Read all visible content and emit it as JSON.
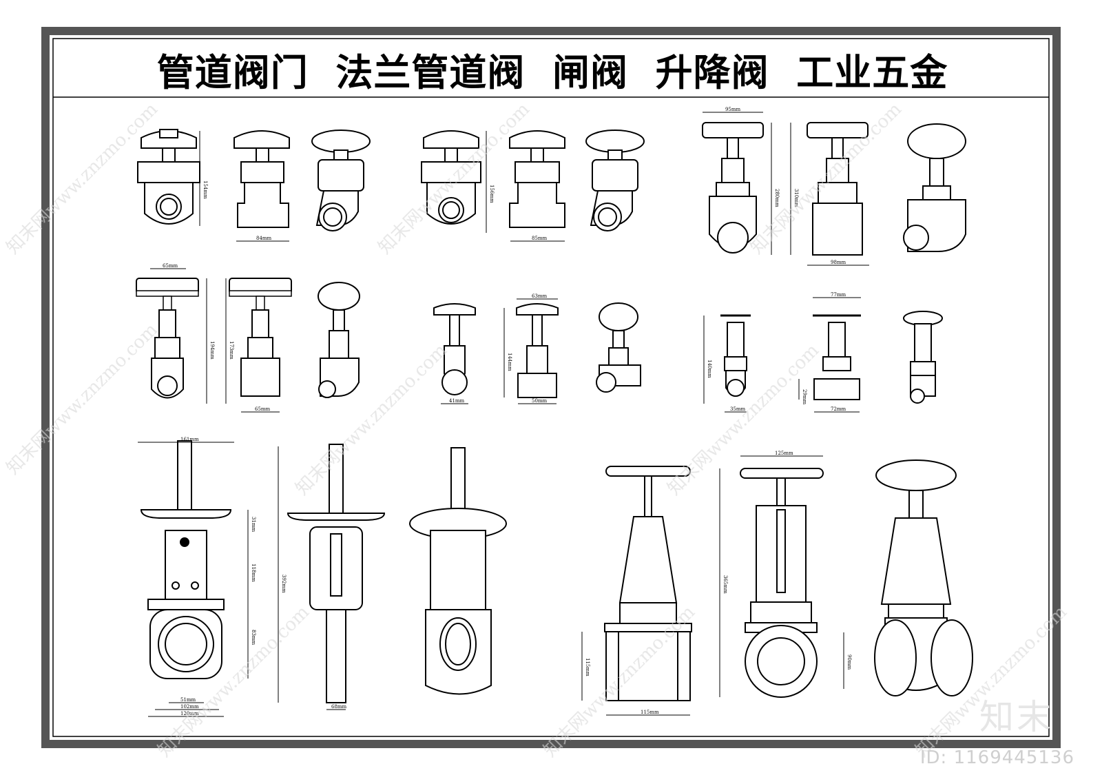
{
  "title": "管道阀门  法兰管道阀  闸阀  升降阀  工业五金",
  "brand": "知末",
  "id_label": "ID: 1169445136",
  "watermark": "知末网www.znzmo.com",
  "dims": {
    "d1": "154mm",
    "d2": "84mm",
    "d3": "156mm",
    "d4": "85mm",
    "d5": "95mm",
    "d6": "280mm",
    "d7": "310mm",
    "d8": "98mm",
    "d9": "65mm",
    "d10": "194mm",
    "d11": "173mm",
    "d12": "65mm",
    "d13": "63mm",
    "d14": "144mm",
    "d15": "41mm",
    "d16": "50mm",
    "d17": "77mm",
    "d18": "140mm",
    "d19": "35mm",
    "d20": "29mm",
    "d21": "72mm",
    "d22": "161mm",
    "d23": "31mm",
    "d24": "118mm",
    "d25": "83mm",
    "d26": "392mm",
    "d27": "51mm",
    "d28": "102mm",
    "d29": "120mm",
    "d30": "68mm",
    "d31": "115mm",
    "d32": "115mm",
    "d33": "125mm",
    "d34": "365mm",
    "d35": "90mm"
  }
}
